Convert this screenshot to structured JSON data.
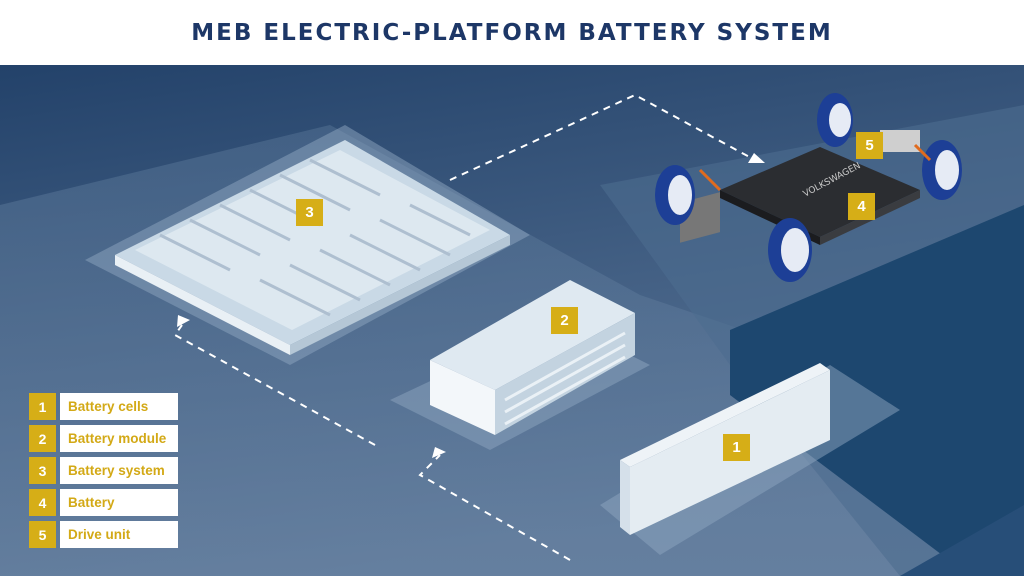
{
  "title": "MEB ELECTRIC-PLATFORM BATTERY SYSTEM",
  "callouts": {
    "cells": "1",
    "module": "2",
    "system": "3",
    "battery": "4",
    "drive": "5"
  },
  "car_brand": "VOLKSWAGEN",
  "legend": [
    {
      "num": "1",
      "label": "Battery cells"
    },
    {
      "num": "2",
      "label": "Battery module"
    },
    {
      "num": "3",
      "label": "Battery system"
    },
    {
      "num": "4",
      "label": "Battery"
    },
    {
      "num": "5",
      "label": "Drive unit"
    }
  ],
  "colors": {
    "accent": "#d6ae17",
    "title": "#1d3767"
  }
}
